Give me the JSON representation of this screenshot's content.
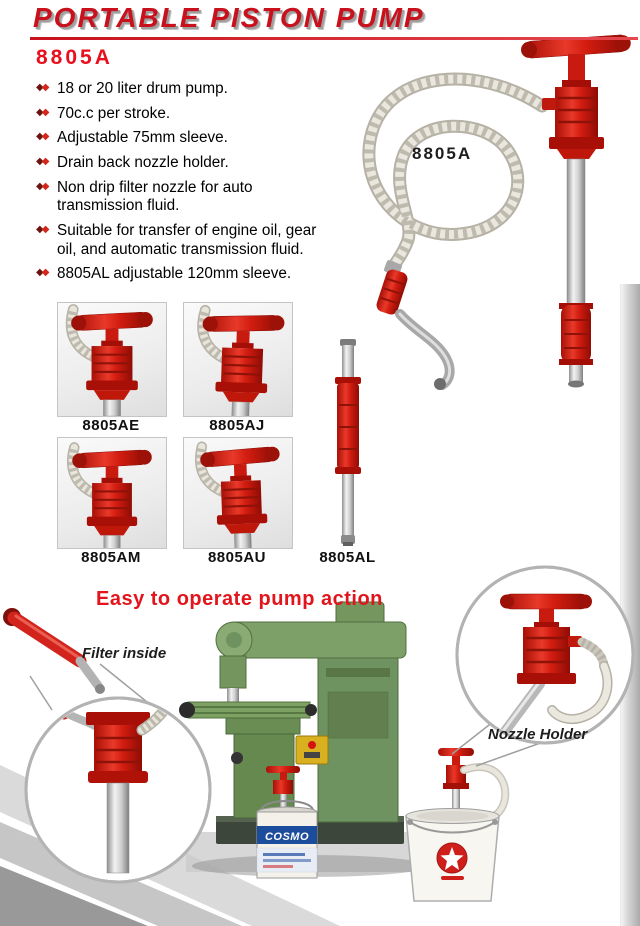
{
  "icons": {
    "diamond": "◆"
  },
  "header": {
    "title": "PORTABLE PISTON PUMP"
  },
  "product": {
    "model": "8805A",
    "hero_caption": "8805A",
    "features": [
      "18 or 20 liter drum pump.",
      "70c.c per stroke.",
      "Adjustable 75mm sleeve.",
      "Drain back nozzle holder.",
      "Non drip filter nozzle for auto transmission fluid.",
      "Suitable for transfer of engine oil, gear oil, and automatic transmission fluid.",
      "8805AL adjustable 120mm sleeve."
    ]
  },
  "variants": [
    {
      "label": "8805AE"
    },
    {
      "label": "8805AJ"
    },
    {
      "label": "8805AM"
    },
    {
      "label": "8805AU"
    },
    {
      "label": "8805AL"
    }
  ],
  "action_heading": "Easy to operate pump action",
  "callouts": {
    "filter_inside": "Filter inside",
    "nozzle_holder": "Nozzle Holder"
  },
  "oil_can": {
    "brand": "COSMO"
  },
  "colors": {
    "accent_red": "#c8111c",
    "pump_red": "#d2241c",
    "machine_green": "#6f9360",
    "cosmo_blue": "#1c4c9c"
  }
}
